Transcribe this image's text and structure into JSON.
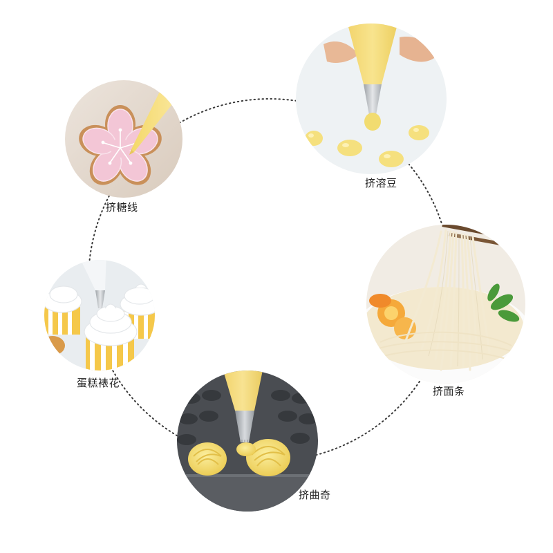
{
  "items": [
    {
      "id": "icing-lines",
      "label": "挤糖线",
      "icon": "sakura-cookie-icon"
    },
    {
      "id": "melting-beans",
      "label": "挤溶豆",
      "icon": "melting-bean-drops-icon"
    },
    {
      "id": "noodles",
      "label": "挤面条",
      "icon": "noodle-bowl-icon"
    },
    {
      "id": "cookies",
      "label": "挤曲奇",
      "icon": "cookie-swirl-icon"
    },
    {
      "id": "cupcake-decor",
      "label": "蛋糕裱花",
      "icon": "cupcake-frosting-icon"
    }
  ],
  "colors": {
    "ring": "#3a3a3a",
    "bag_yellow": "#f6dd7a",
    "cream": "#f5e27e",
    "nozzle": "#b8bcc0",
    "pink_icing": "#f3c6d6",
    "noodle": "#f0e6cc"
  }
}
